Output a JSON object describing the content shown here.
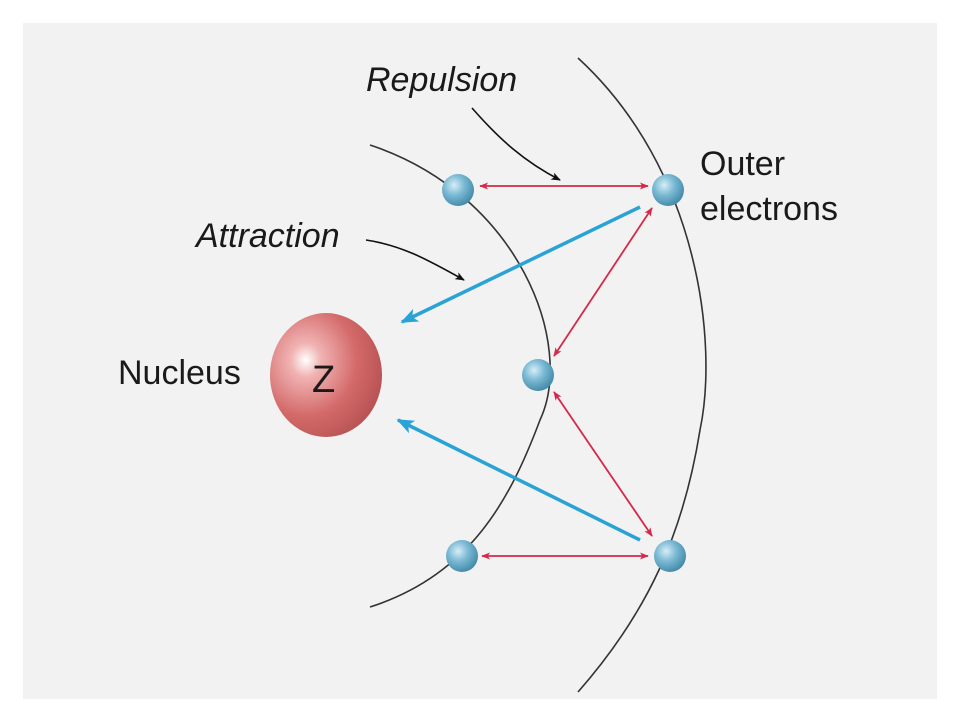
{
  "labels": {
    "repulsion": "Repulsion",
    "outer_line1": "Outer",
    "outer_line2": "electrons",
    "attraction": "Attraction",
    "nucleus": "Nucleus",
    "nucleus_symbol": "Z"
  },
  "colors": {
    "background": "#f2f2f2",
    "shell": "#333333",
    "attraction_arrow": "#29a3d6",
    "repulsion_arrow": "#d4294a",
    "pointer_arrow": "#111111",
    "nucleus": "#d46a6a",
    "electron": "#5fa6c4"
  }
}
